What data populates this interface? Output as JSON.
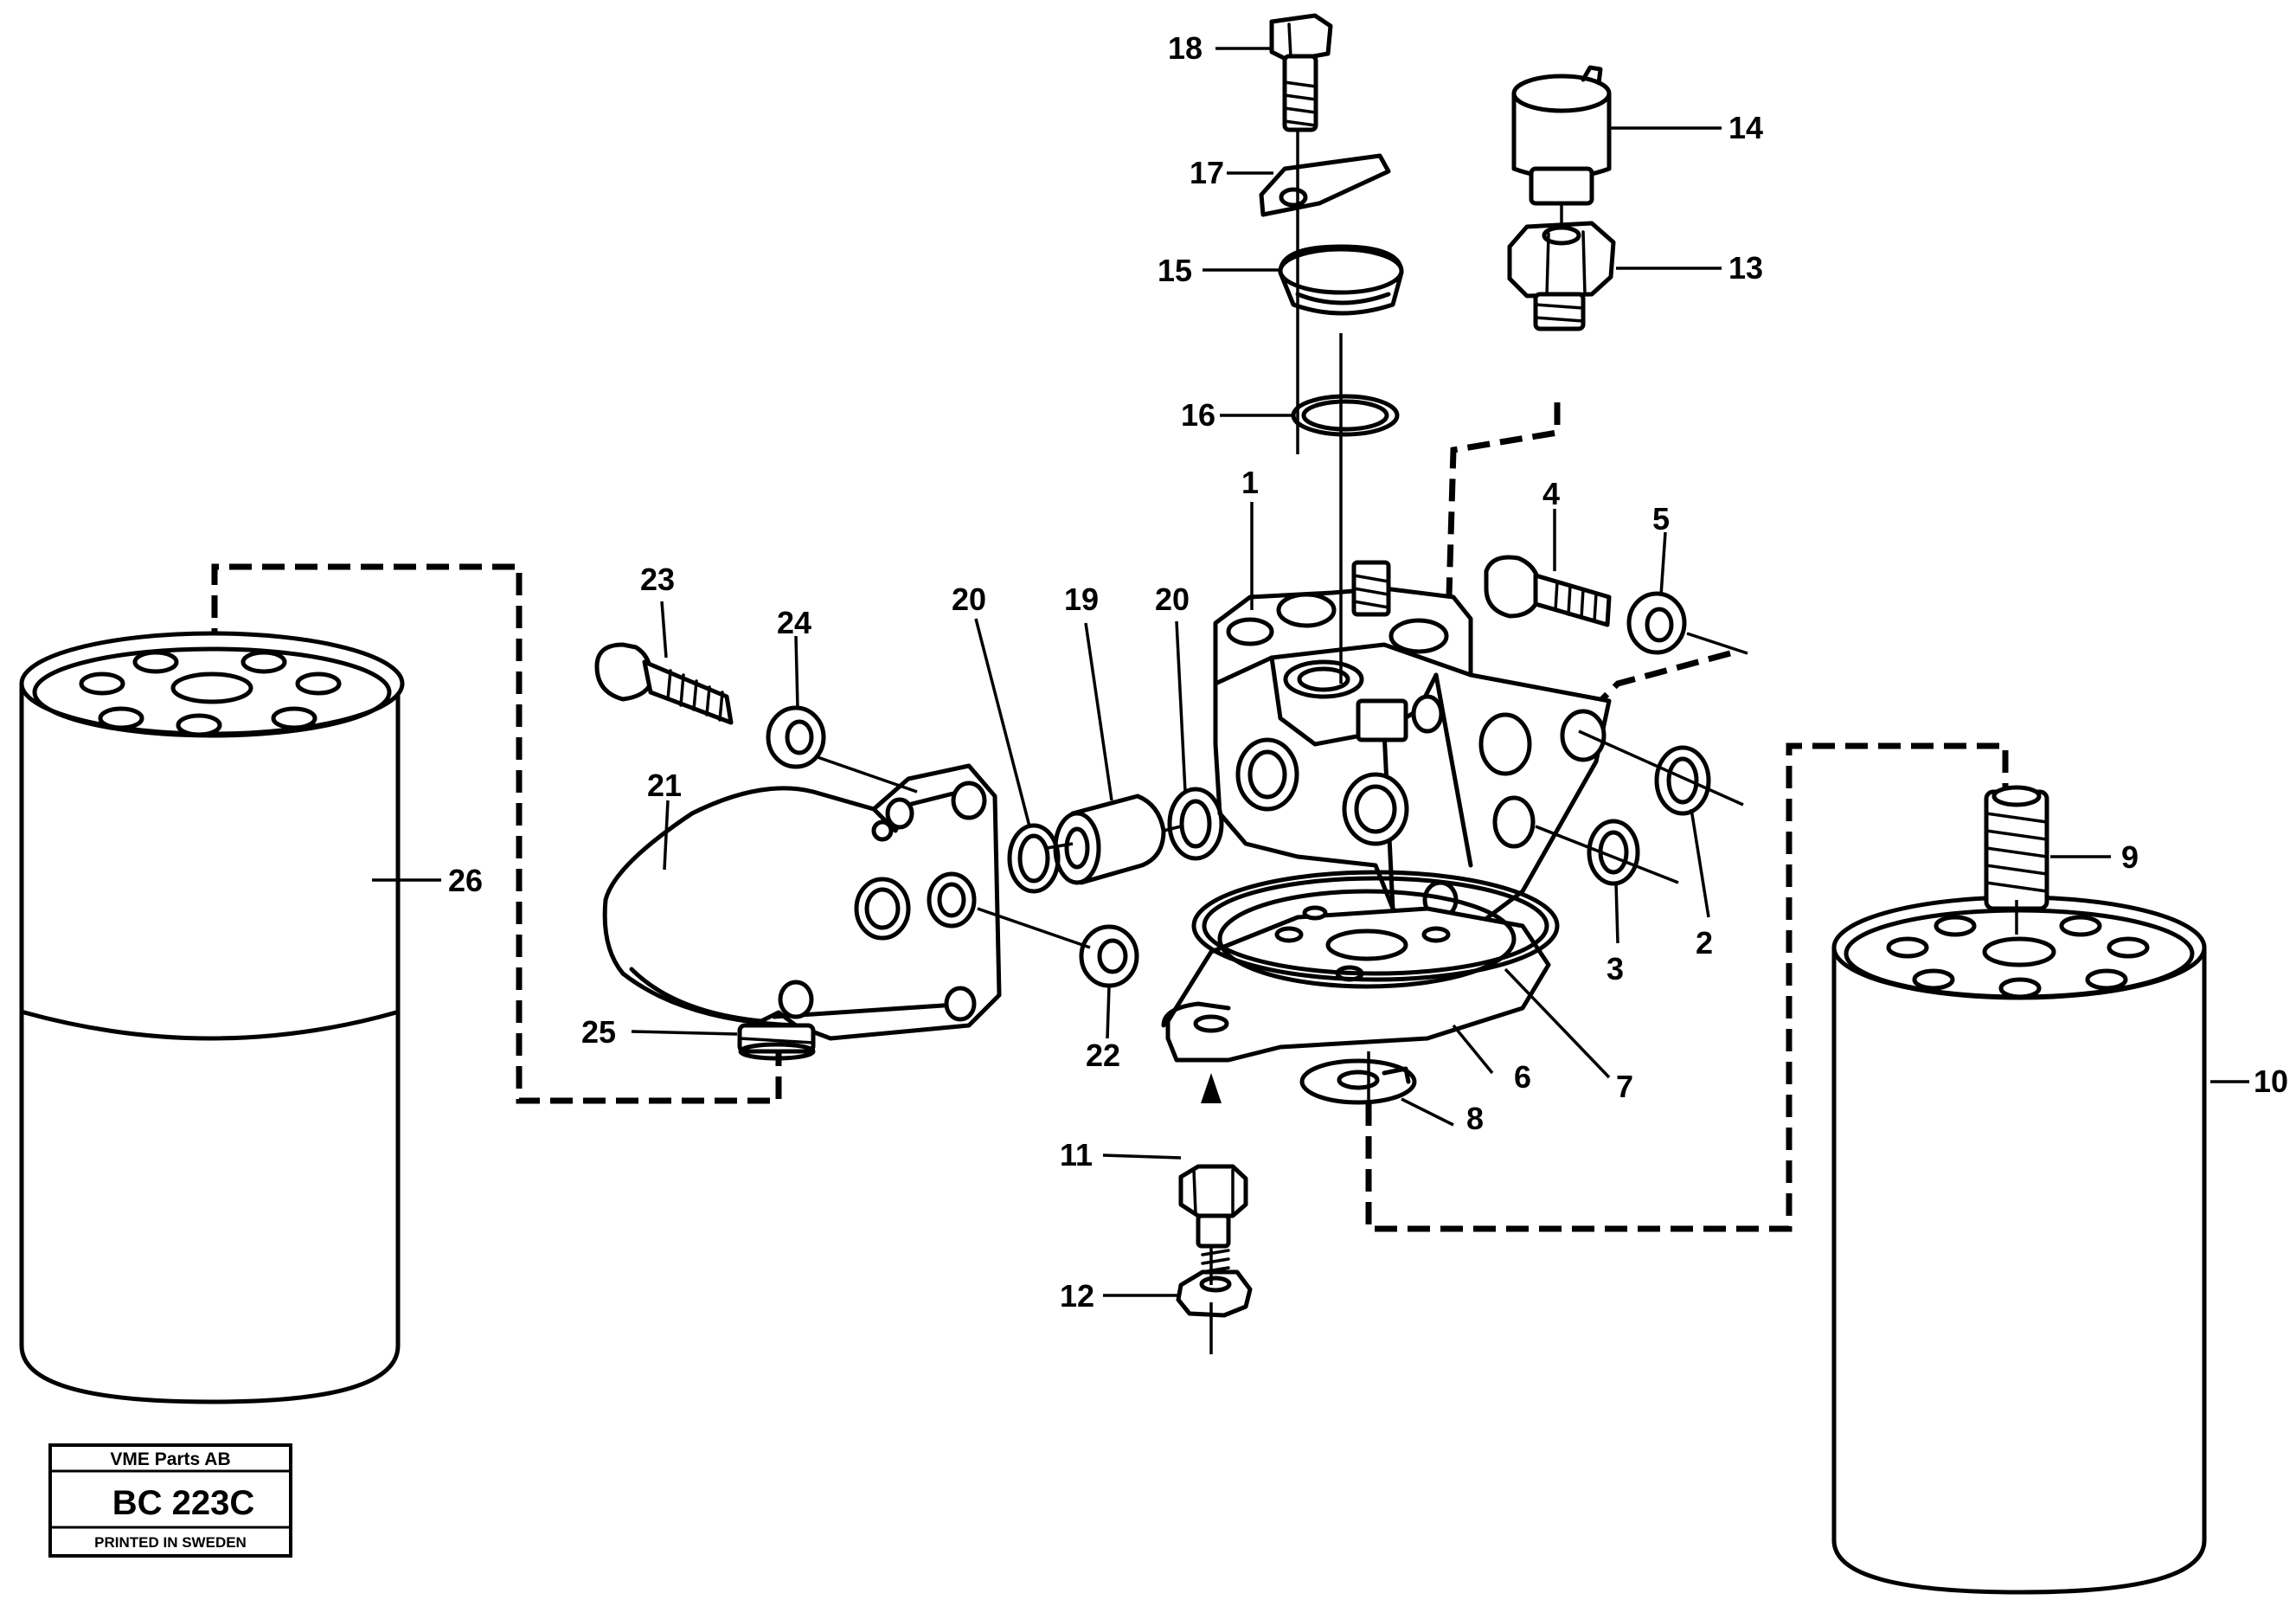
{
  "callouts": [
    {
      "id": "1",
      "text": "1"
    },
    {
      "id": "2",
      "text": "2"
    },
    {
      "id": "3",
      "text": "3"
    },
    {
      "id": "4",
      "text": "4"
    },
    {
      "id": "5",
      "text": "5"
    },
    {
      "id": "6",
      "text": "6"
    },
    {
      "id": "7",
      "text": "7"
    },
    {
      "id": "8",
      "text": "8"
    },
    {
      "id": "9",
      "text": "9"
    },
    {
      "id": "10",
      "text": "10"
    },
    {
      "id": "11",
      "text": "11"
    },
    {
      "id": "12",
      "text": "12"
    },
    {
      "id": "13",
      "text": "13"
    },
    {
      "id": "14",
      "text": "14"
    },
    {
      "id": "15",
      "text": "15"
    },
    {
      "id": "16",
      "text": "16"
    },
    {
      "id": "17",
      "text": "17"
    },
    {
      "id": "18",
      "text": "18"
    },
    {
      "id": "19",
      "text": "19"
    },
    {
      "id": "20a",
      "text": "20"
    },
    {
      "id": "20b",
      "text": "20"
    },
    {
      "id": "21",
      "text": "21"
    },
    {
      "id": "22",
      "text": "22"
    },
    {
      "id": "23",
      "text": "23"
    },
    {
      "id": "24",
      "text": "24"
    },
    {
      "id": "25",
      "text": "25"
    },
    {
      "id": "26",
      "text": "26"
    }
  ],
  "stamp": {
    "company": "VME Parts AB",
    "code": "BC 223C",
    "printed": "PRINTED IN SWEDEN"
  }
}
